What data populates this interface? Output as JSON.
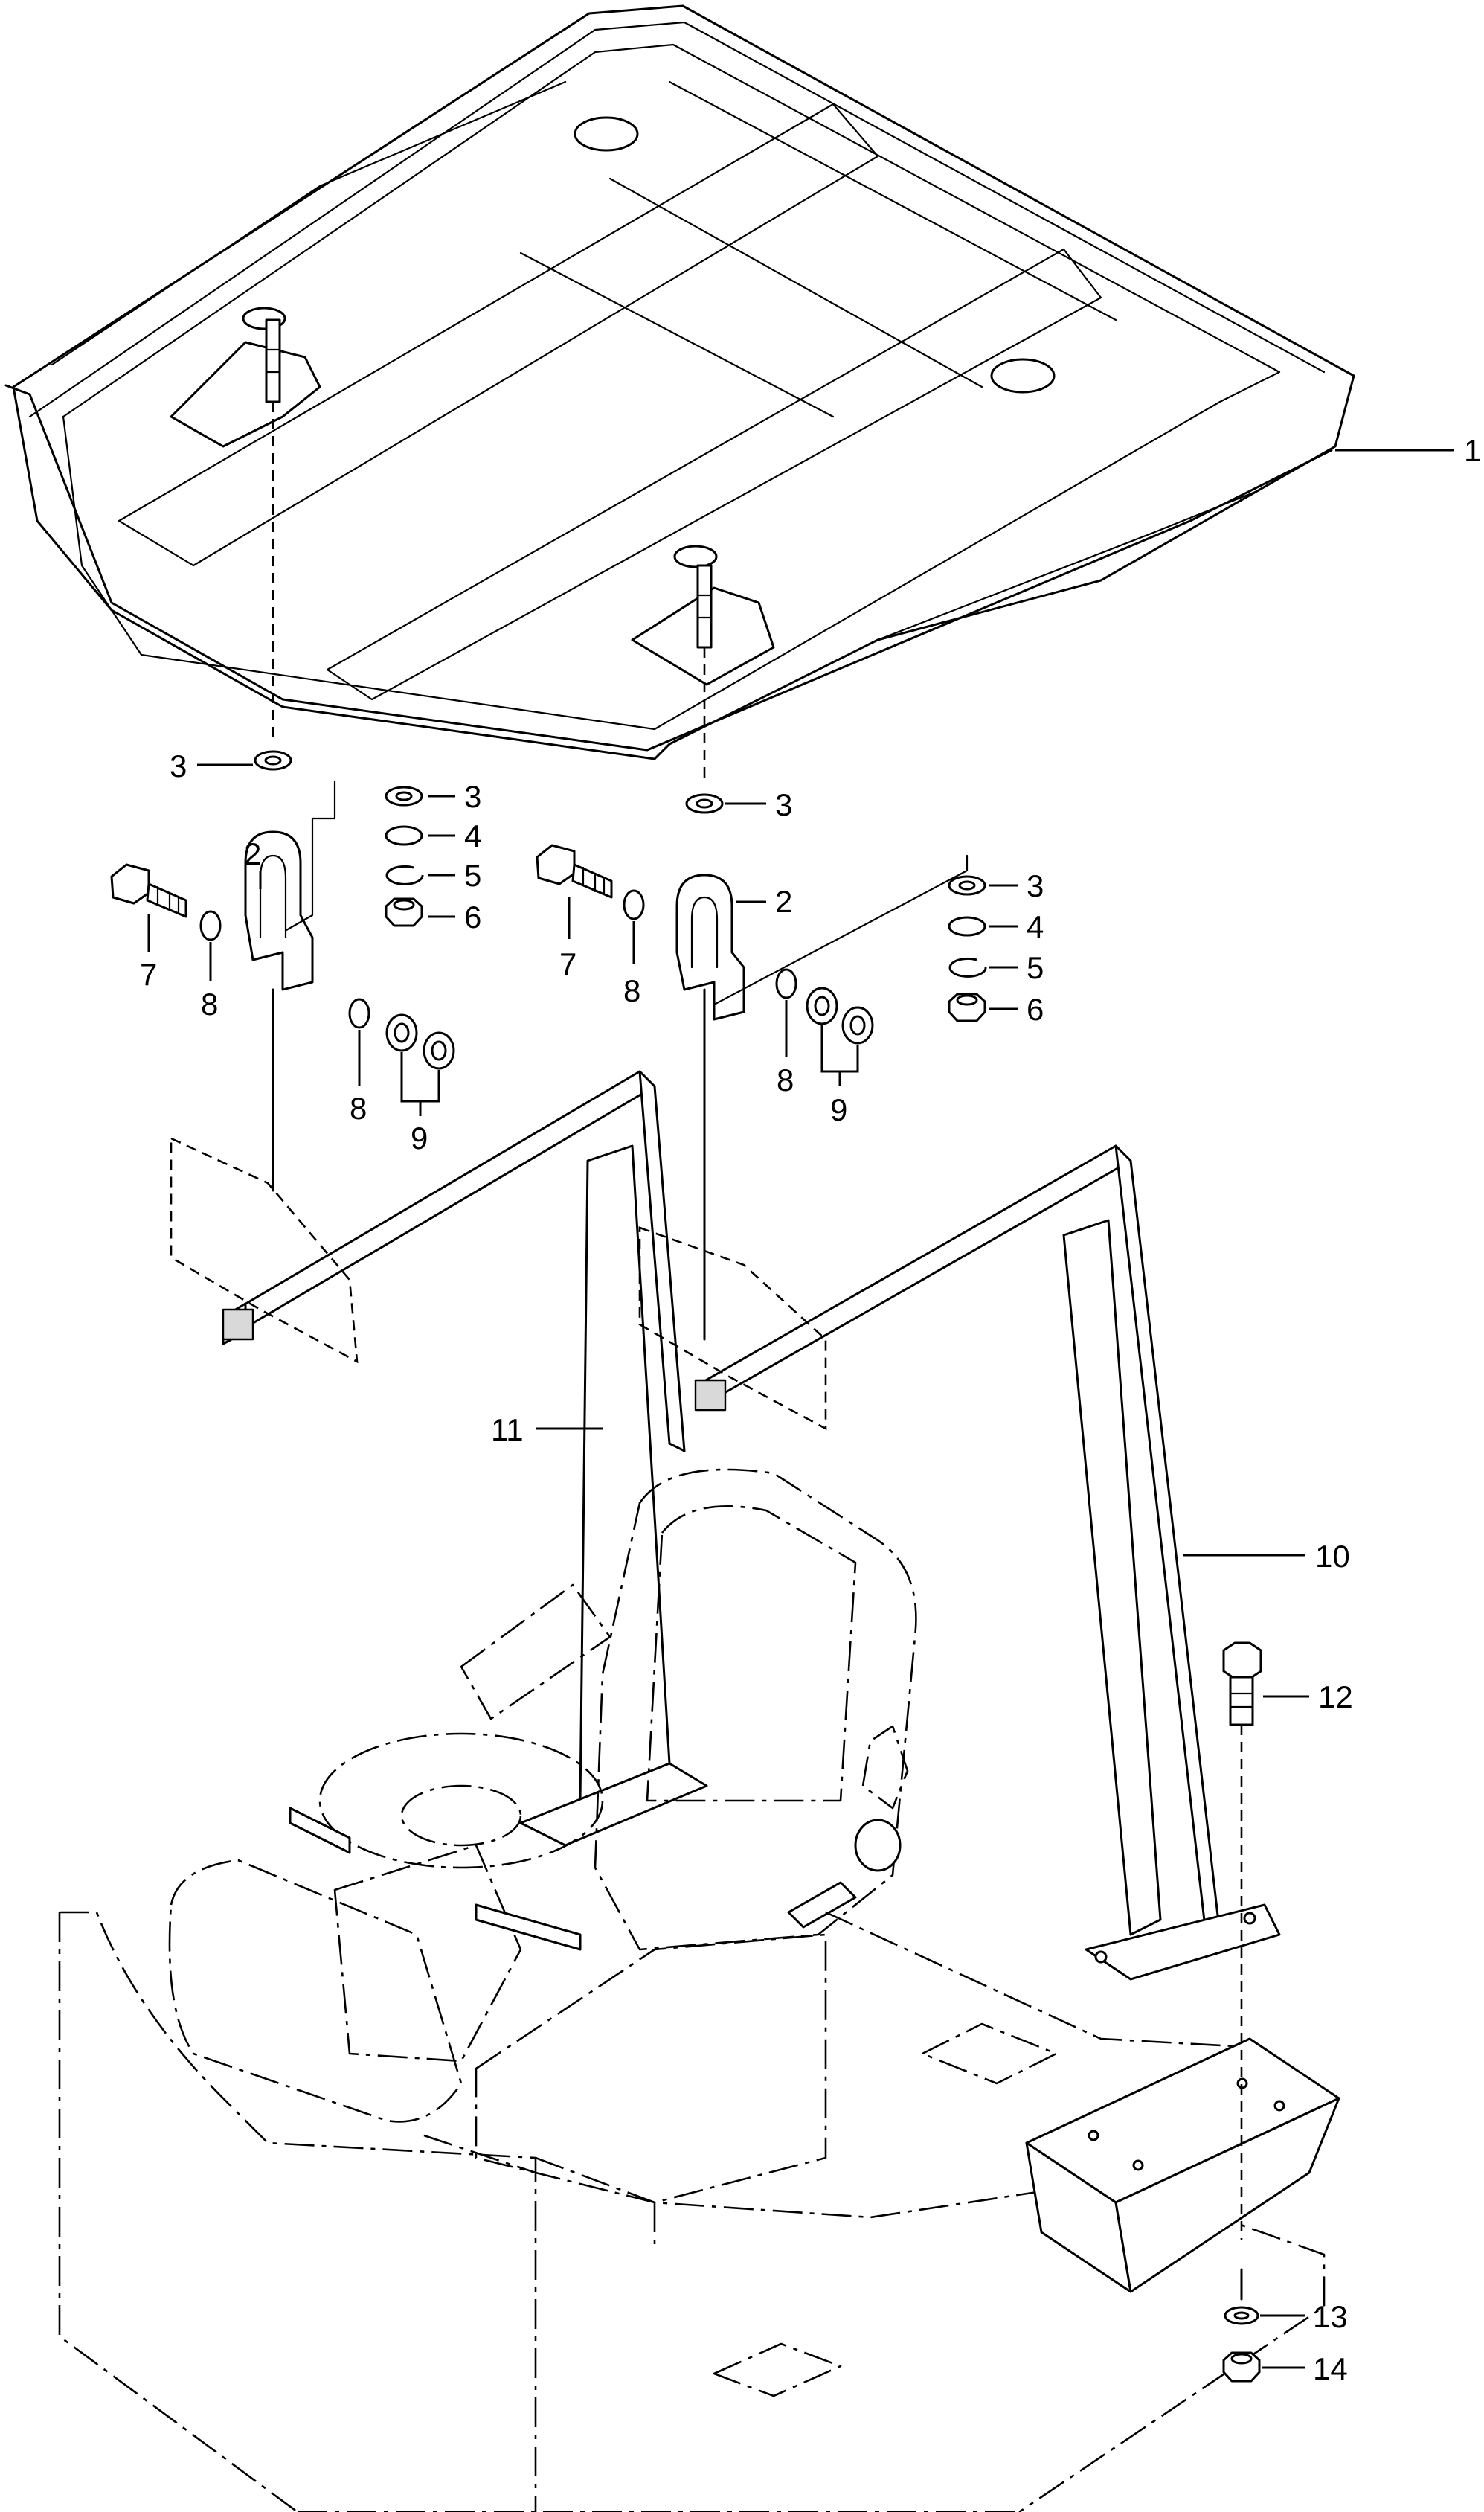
{
  "callouts": {
    "c1": "1",
    "c2a": "2",
    "c2b": "2",
    "c3a": "3",
    "c3b": "3",
    "c3c": "3",
    "c3d": "3",
    "c4a": "4",
    "c4b": "4",
    "c5a": "5",
    "c5b": "5",
    "c6a": "6",
    "c6b": "6",
    "c7a": "7",
    "c7b": "7",
    "c8a": "8",
    "c8b": "8",
    "c8c": "8",
    "c8d": "8",
    "c9a": "9",
    "c9b": "9",
    "c10": "10",
    "c11": "11",
    "c12": "12",
    "c13": "13",
    "c14": "14"
  },
  "icons": {
    "bolt": "bolt-icon",
    "washer": "washer-icon",
    "lock_washer": "lock-washer-icon",
    "nut": "nut-icon"
  }
}
